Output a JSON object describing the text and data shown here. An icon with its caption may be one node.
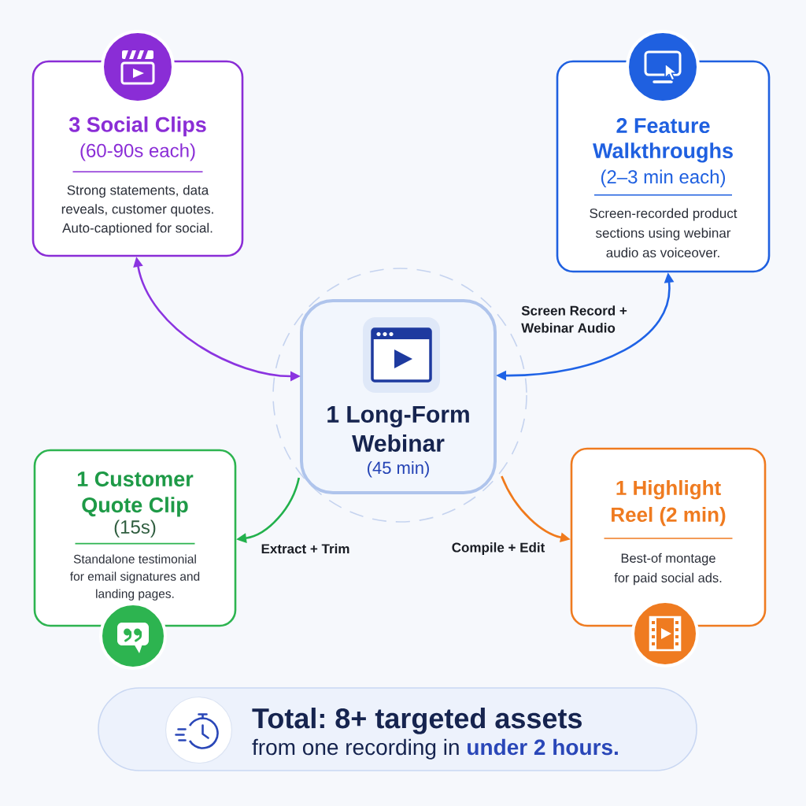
{
  "diagram": {
    "nodes": [
      {
        "text": [
          "3 Social Clips",
          "(60-90s each)",
          "Strong statements, data reveals, customer quotes. Auto-captioned for social."
        ]
      },
      {
        "text": [
          "2 Feature Walkthroughs",
          "(2–3 min each)",
          "Screen-recorded product sections using webinar audio as voiceover."
        ]
      },
      {
        "text": [
          "1 Long-Form Webinar",
          "(45 min)"
        ]
      },
      {
        "text": [
          "1 Customer Quote Clip",
          "(15s)",
          "Standalone testimonial for email signatures and landing pages."
        ]
      },
      {
        "text": [
          "1 Highlight Reel (2 min)",
          "Best-of montage for paid social ads."
        ]
      },
      {
        "text": [
          "Total: 8+ targeted assets",
          "from one recording in **under 2 hours.**"
        ]
      }
    ],
    "edges": [
      {
        "from": 2,
        "to": 0,
        "arrow": "both",
        "color": "#8b34e0"
      },
      {
        "from": 2,
        "to": 1,
        "label": "Screen Record + Webinar Audio",
        "arrow": "both",
        "color": "#1f63e6"
      },
      {
        "from": 2,
        "to": 3,
        "label": "Extract + Trim",
        "arrow": "to",
        "color": "#22b14c"
      },
      {
        "from": 2,
        "to": 4,
        "label": "Compile + Edit",
        "arrow": "to",
        "color": "#f07a1c"
      }
    ]
  }
}
